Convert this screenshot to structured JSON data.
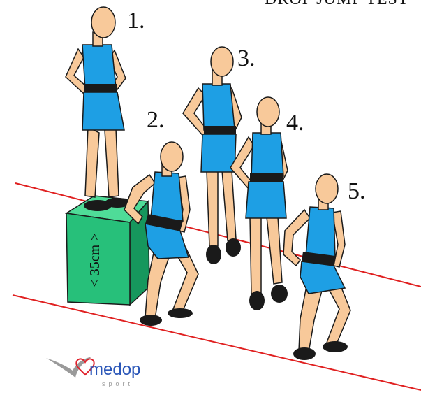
{
  "title": "DROP JUMP TEST",
  "box_label": "< 35cm >",
  "stages": [
    "1.",
    "2.",
    "3.",
    "4.",
    "5."
  ],
  "logo": {
    "word": "medop",
    "sub": "sport"
  },
  "colors": {
    "skin": "#f8c99a",
    "outline": "#1a1a1a",
    "shirt": "#1e9fe4",
    "belt": "#1a1a1a",
    "box_front": "#27c07a",
    "box_top": "#4fdc98",
    "box_side": "#16975d",
    "lines": "#e02020",
    "logo_word": "#2a56b8",
    "logo_heart": "#e0202a",
    "logo_gray": "#9a9a9a"
  }
}
